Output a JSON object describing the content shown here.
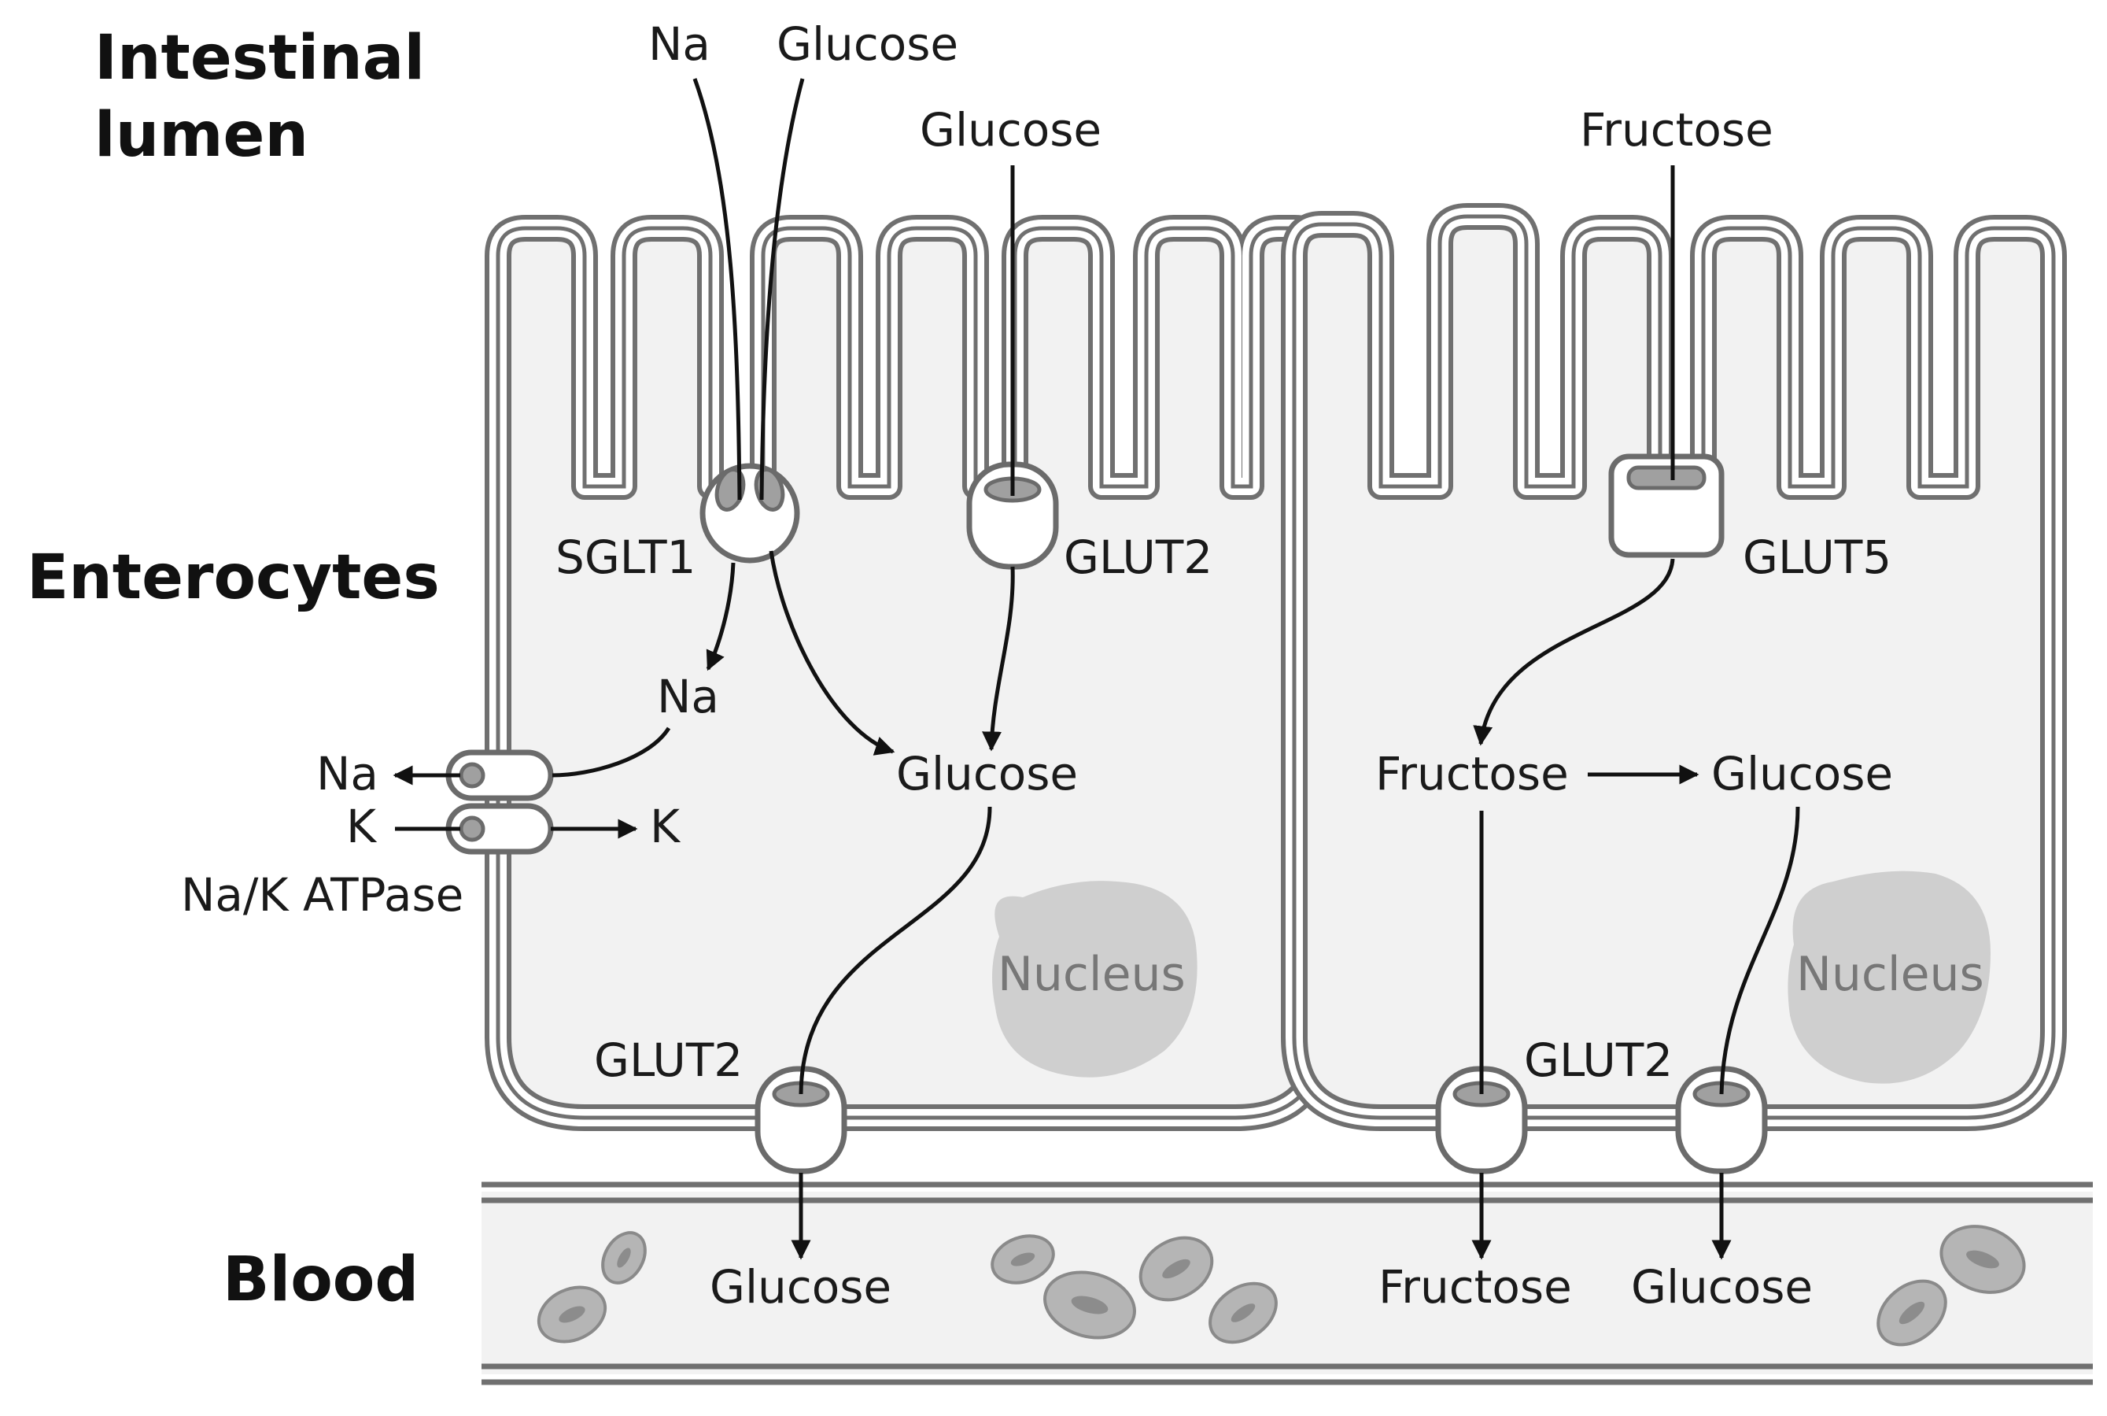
{
  "regions": {
    "lumen_line1": "Intestinal",
    "lumen_line2": "lumen",
    "enterocytes": "Enterocytes",
    "blood": "Blood"
  },
  "cell1": {
    "lumen_na": "Na",
    "lumen_glucose_sglt": "Glucose",
    "lumen_glucose_glut2": "Glucose",
    "sglt1": "SGLT1",
    "glut2_apical": "GLUT2",
    "cyto_na": "Na",
    "cyto_glucose": "Glucose",
    "pump_na": "Na",
    "pump_k_left": "K",
    "pump_k_right": "K",
    "pump_label": "Na/K ATPase",
    "nucleus": "Nucleus",
    "glut2_basal": "GLUT2",
    "blood_glucose": "Glucose"
  },
  "cell2": {
    "lumen_fructose": "Fructose",
    "glut5": "GLUT5",
    "cyto_fructose": "Fructose",
    "cyto_glucose": "Glucose",
    "nucleus": "Nucleus",
    "glut2_basal": "GLUT2",
    "blood_fructose": "Fructose",
    "blood_glucose": "Glucose"
  },
  "colors": {
    "membrane": "#707070",
    "cytoplasm": "#f2f2f2",
    "nucleus": "#cfcfcf",
    "arrow": "#111111"
  }
}
